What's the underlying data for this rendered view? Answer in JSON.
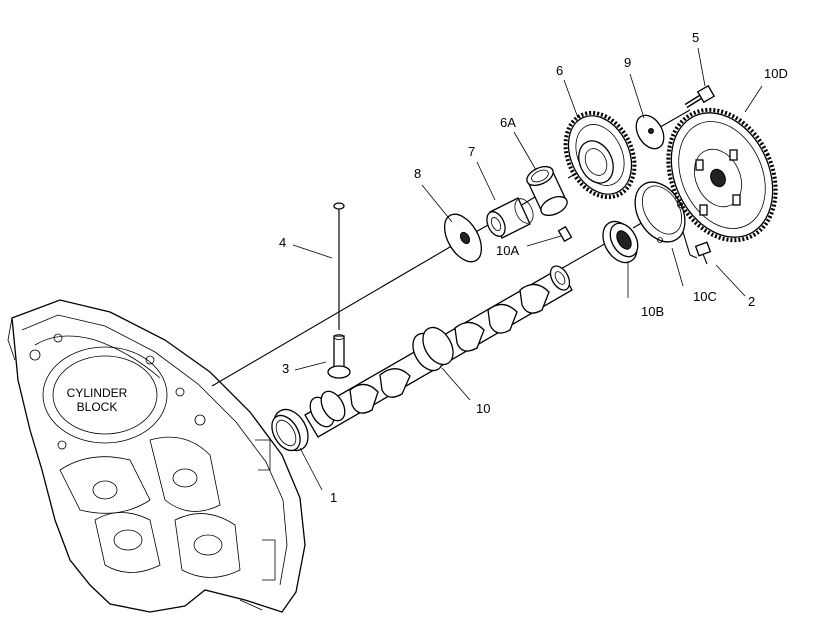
{
  "block_label_line1": "CYLINDER",
  "block_label_line2": "BLOCK",
  "callouts": {
    "c1": "1",
    "c2": "2",
    "c3": "3",
    "c4": "4",
    "c5": "5",
    "c6": "6",
    "c6a": "6A",
    "c7": "7",
    "c8": "8",
    "c9": "9",
    "c10": "10",
    "c10a": "10A",
    "c10b": "10B",
    "c10c": "10C",
    "c10d": "10D"
  }
}
